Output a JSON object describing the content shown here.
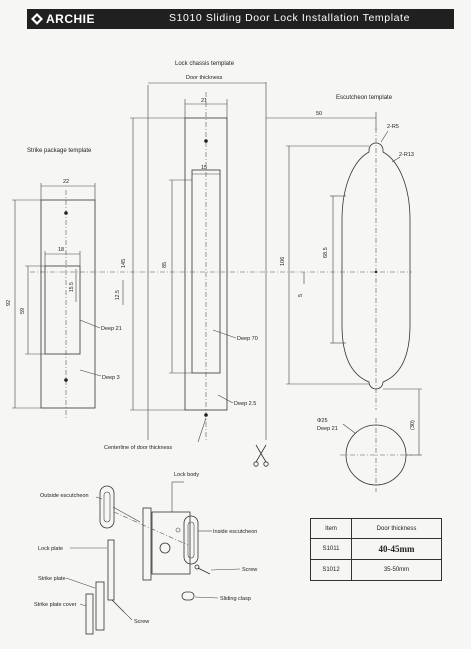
{
  "header": {
    "brand": "ARCHIE",
    "title": "S1010  Sliding Door Lock Installation Template"
  },
  "labels": {
    "lock_chassis_template": "Lock chassis template",
    "door_thickness": "Door thickness",
    "escutcheon_template": "Escutcheon template",
    "strike_package_template": "Strike package template",
    "deep_21_strike": "Deep 21",
    "deep_3": "Deep 3",
    "deep_70": "Deep 70",
    "deep_2_5": "Deep 2.5",
    "centerline": "Centerline of door thickness",
    "phi_25": "Φ25",
    "deep_21_hole": "Deep 21"
  },
  "dimensions": {
    "d21": "21",
    "d50": "50",
    "r5": "2-R5",
    "r13": "2-R13",
    "d22": "22",
    "d18": "18",
    "d15_strike": "15.5",
    "d15_chassis": "15",
    "d145": "145",
    "d85": "85",
    "d106": "106",
    "d68_5": "68.5",
    "d92": "92",
    "d59": "59",
    "d12_5": "12.5",
    "d5": "5",
    "d30": "(30)"
  },
  "parts": {
    "lock_body": "Lock body",
    "outside_escutcheon": "Outside escutcheon",
    "inside_escutcheon": "Inside escutcheon",
    "lock_plate": "Lock plate",
    "strike_plate": "Strike plate",
    "strike_plate_cover": "Strike plate cover",
    "screw_right": "Screw",
    "screw_bottom": "Screw",
    "sliding_clasp": "Sliding clasp"
  },
  "table": {
    "headers": [
      "Item",
      "Door thickness"
    ],
    "rows": [
      {
        "item": "S1011",
        "thickness": "40-45mm"
      },
      {
        "item": "S1012",
        "thickness": "35-50mm"
      }
    ]
  }
}
